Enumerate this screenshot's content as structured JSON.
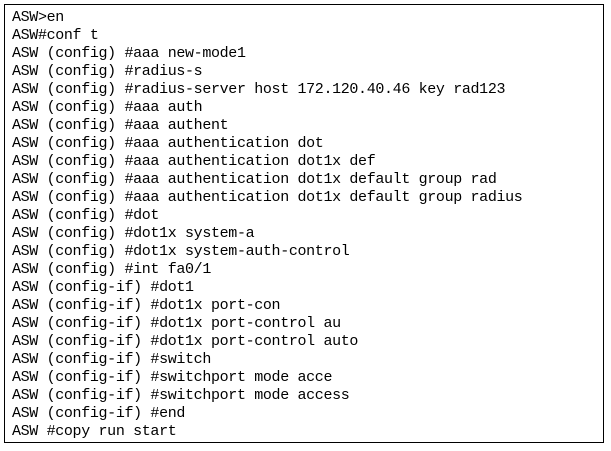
{
  "terminal": {
    "lines": [
      "ASW>en",
      "ASW#conf t",
      "ASW (config) #aaa new-mode1",
      "ASW (config) #radius-s",
      "ASW (config) #radius-server host 172.120.40.46 key rad123",
      "ASW (config) #aaa auth",
      "ASW (config) #aaa authent",
      "ASW (config) #aaa authentication dot",
      "ASW (config) #aaa authentication dot1x def",
      "ASW (config) #aaa authentication dot1x default group rad",
      "ASW (config) #aaa authentication dot1x default group radius",
      "ASW (config) #dot",
      "ASW (config) #dot1x system-a",
      "ASW (config) #dot1x system-auth-control",
      "ASW (config) #int fa0/1",
      "ASW (config-if) #dot1",
      "ASW (config-if) #dot1x port-con",
      "ASW (config-if) #dot1x port-control au",
      "ASW (config-if) #dot1x port-control auto",
      "ASW (config-if) #switch",
      "ASW (config-if) #switchport mode acce",
      "ASW (config-if) #switchport mode access",
      "ASW (config-if) #end",
      "ASW #copy run start"
    ]
  }
}
